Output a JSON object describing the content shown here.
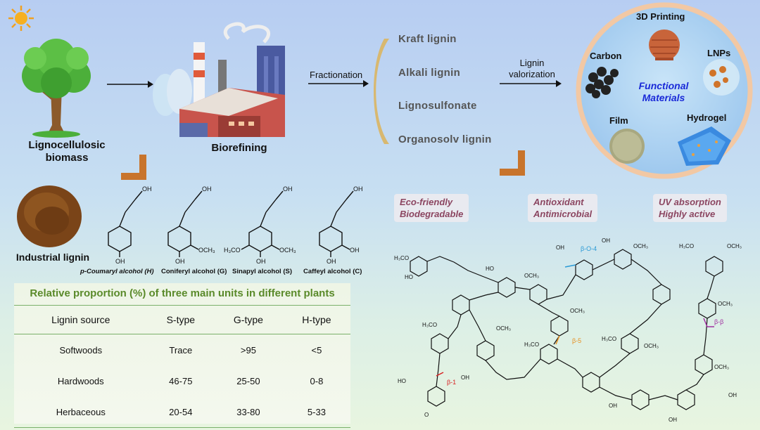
{
  "nodes": {
    "biomass": "Lignocellulosic biomass",
    "biorefining": "Biorefining",
    "fractionation": "Fractionation",
    "valorization": "Lignin valorization",
    "industrial_lignin": "Industrial lignin"
  },
  "lignin_types": [
    "Kraft lignin",
    "Alkali lignin",
    "Lignosulfonate",
    "Organosolv lignin"
  ],
  "materials": {
    "center": "Functional Materials",
    "items": [
      "3D Printing",
      "Carbon",
      "LNPs",
      "Film",
      "Hydrogel"
    ]
  },
  "monomers": [
    {
      "name": "p-Coumaryl alcohol (H)"
    },
    {
      "name": "Coniferyl alcohol (G)"
    },
    {
      "name": "Sinapyl alcohol (S)"
    },
    {
      "name": "Caffeyl alcohol (C)"
    }
  ],
  "properties": [
    [
      "Eco-friendly",
      "Biodegradable"
    ],
    [
      "Antioxidant",
      "Antimicrobial"
    ],
    [
      "UV absorption",
      "Highly active"
    ]
  ],
  "table": {
    "title": "Relative proportion (%) of three main units in different plants",
    "headers": [
      "Lignin source",
      "S-type",
      "G-type",
      "H-type"
    ],
    "rows": [
      [
        "Softwoods",
        "Trace",
        ">95",
        "<5"
      ],
      [
        "Hardwoods",
        "46-75",
        "25-50",
        "0-8"
      ],
      [
        "Herbaceous",
        "20-54",
        "33-80",
        "5-33"
      ]
    ]
  },
  "linkages": [
    "β-O-4",
    "β-5",
    "β-β",
    "β-1"
  ],
  "colors": {
    "linkage_bo4": "#2a9ad6",
    "linkage_b5": "#e69020",
    "linkage_bb": "#a030a0",
    "linkage_b1": "#d82020",
    "arrow": "#c8742c",
    "table_title": "#5a8a2a"
  }
}
